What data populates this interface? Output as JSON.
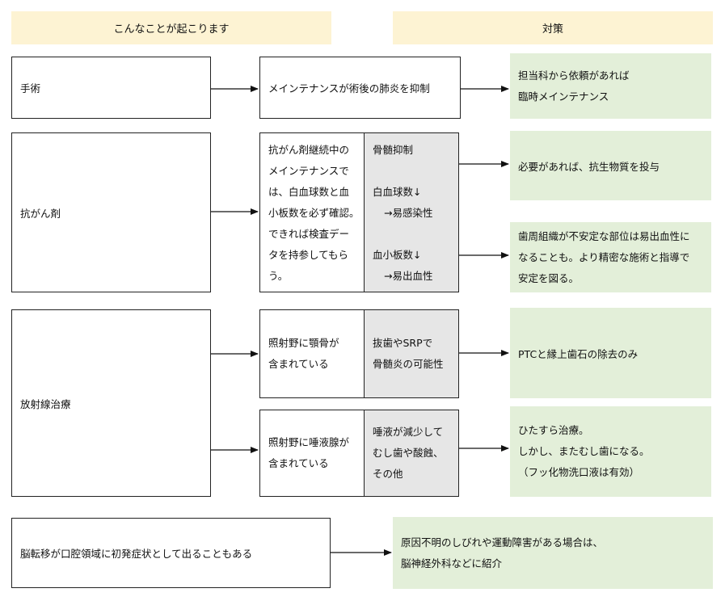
{
  "headers": {
    "left": "こんなことが起こります",
    "right": "対策"
  },
  "surgery": {
    "label": "手術",
    "measure": "メインテナンスが術後の肺炎を抑制",
    "result": "担当科から依頼があれば\n臨時メインテナンス"
  },
  "chemo": {
    "label": "抗がん剤",
    "measure": "抗がん剤継続中の\nメインテナンスで\nは、白血球数と血\n小板数を必ず確認。\nできれば検査デー\nタを持参してもら\nう。",
    "side_title": "骨髄抑制",
    "wbc": "白血球数↓",
    "wbc_effect": "→易感染性",
    "plt": "血小板数↓",
    "plt_effect": "→易出血性",
    "result_1": "必要があれば、抗生物質を投与",
    "result_2": "歯周組織が不安定な部位は易出血性に\nなることも。より精密な施術と指導で\n安定を図る。"
  },
  "radiation": {
    "label": "放射線治療",
    "case_1": "照射野に顎骨が\n含まれている",
    "case_1_risk": "抜歯やSRPで\n骨髄炎の可能性",
    "case_1_result": "PTCと縁上歯石の除去のみ",
    "case_2": "照射野に唾液腺が\n含まれている",
    "case_2_risk": "唾液が減少して\nむし歯や酸蝕、\nその他",
    "case_2_result": "ひたすら治療。\nしかし、またむし歯になる。\n（フッ化物洗口液は有効）"
  },
  "metastasis": {
    "label": "脳転移が口腔領域に初発症状として出ることもある",
    "result": "原因不明のしびれや運動障害がある場合は、\n脳神経外科などに紹介"
  }
}
